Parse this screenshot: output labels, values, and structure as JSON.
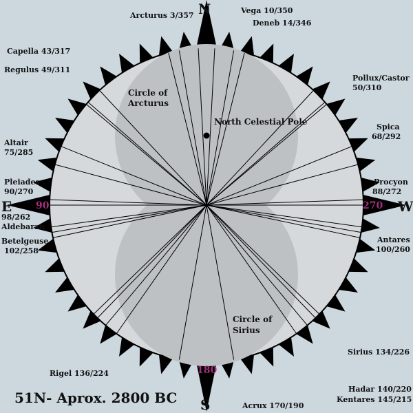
{
  "caption": "51N- Aprox. 2800 BC",
  "cardinals": {
    "north": "N",
    "south": "S",
    "east": "E",
    "west": "W"
  },
  "degree_marks": {
    "east": "90",
    "west": "270",
    "south": "180"
  },
  "regions": {
    "arcturus": [
      "Circle of",
      "Arcturus"
    ],
    "sirius": [
      "Circle of",
      "Sirius"
    ]
  },
  "pole_label": "North Celestial Pole",
  "stars": [
    {
      "id": "arcturus",
      "lines": [
        "Arcturus 3/357"
      ],
      "rise_az": 3,
      "set_az": 357
    },
    {
      "id": "vega",
      "lines": [
        "Vega 10/350"
      ],
      "rise_az": 10,
      "set_az": 350
    },
    {
      "id": "deneb",
      "lines": [
        "Deneb 14/346"
      ],
      "rise_az": 14,
      "set_az": 346
    },
    {
      "id": "capella",
      "lines": [
        "Capella 43/317"
      ],
      "rise_az": 43,
      "set_az": 317
    },
    {
      "id": "regulus",
      "lines": [
        "Regulus 49/311"
      ],
      "rise_az": 49,
      "set_az": 311
    },
    {
      "id": "pollux-castor",
      "lines": [
        "Pollux/Castor",
        "50/310"
      ],
      "rise_az": 50,
      "set_az": 310
    },
    {
      "id": "spica",
      "lines": [
        "Spica",
        "68/292"
      ],
      "rise_az": 68,
      "set_az": 292
    },
    {
      "id": "altair",
      "lines": [
        "Altair",
        "75/285"
      ],
      "rise_az": 75,
      "set_az": 285
    },
    {
      "id": "procyon",
      "lines": [
        "Procyon",
        "88/272"
      ],
      "rise_az": 88,
      "set_az": 272
    },
    {
      "id": "pleiades",
      "lines": [
        "Pleiades",
        "90/270"
      ],
      "rise_az": 90,
      "set_az": 270
    },
    {
      "id": "aldebaran",
      "lines": [
        "98/262",
        "Aldebaran"
      ],
      "rise_az": 98,
      "set_az": 262
    },
    {
      "id": "antares",
      "lines": [
        "Antares",
        "100/260"
      ],
      "rise_az": 100,
      "set_az": 260
    },
    {
      "id": "betelgeuse",
      "lines": [
        "Betelgeuse",
        "102/258"
      ],
      "rise_az": 102,
      "set_az": 258
    },
    {
      "id": "sirius",
      "lines": [
        "Sirius 134/226"
      ],
      "rise_az": 134,
      "set_az": 226
    },
    {
      "id": "rigel",
      "lines": [
        "Rigel 136/224"
      ],
      "rise_az": 136,
      "set_az": 224
    },
    {
      "id": "hadar",
      "lines": [
        "Hadar 140/220"
      ],
      "rise_az": 140,
      "set_az": 220
    },
    {
      "id": "kentares",
      "lines": [
        "Kentares 145/215"
      ],
      "rise_az": 145,
      "set_az": 215
    },
    {
      "id": "acrux",
      "lines": [
        "Acrux 170/190"
      ],
      "rise_az": 170,
      "set_az": 190
    }
  ],
  "colors": {
    "background": "#ccd7de",
    "disc": "#d6d9db",
    "inner_circle": "#bdc1c4",
    "rim": "#000000",
    "spikes": "#000000",
    "degree_text": "#a0307a"
  }
}
